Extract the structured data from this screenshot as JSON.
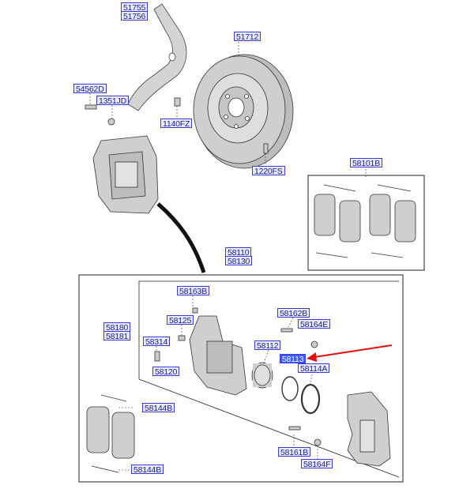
{
  "colors": {
    "label_border": "#3b3bd9",
    "label_text": "#1a1a8c",
    "label_fill": "#e9ecff",
    "arrow": "#e01010",
    "line": "#222222"
  },
  "labels": {
    "l51755": "51755",
    "l51756": "51756",
    "l51712": "51712",
    "l54562d": "54562D",
    "l1351jd": "1351JD",
    "l1140fz": "1140FZ",
    "l1220fs": "1220FS",
    "l58101b": "58101B",
    "l58110": "58110",
    "l58130": "58130",
    "l58163b": "58163B",
    "l58162b": "58162B",
    "l58125": "58125",
    "l58164e": "58164E",
    "l58180": "58180",
    "l58181": "58181",
    "l58314": "58314",
    "l58112": "58112",
    "l58113": "58113",
    "l58114a": "58114A",
    "l58120": "58120",
    "l58144b_a": "58144B",
    "l58161b": "58161B",
    "l58164f": "58164F",
    "l58144b_b": "58144B"
  }
}
